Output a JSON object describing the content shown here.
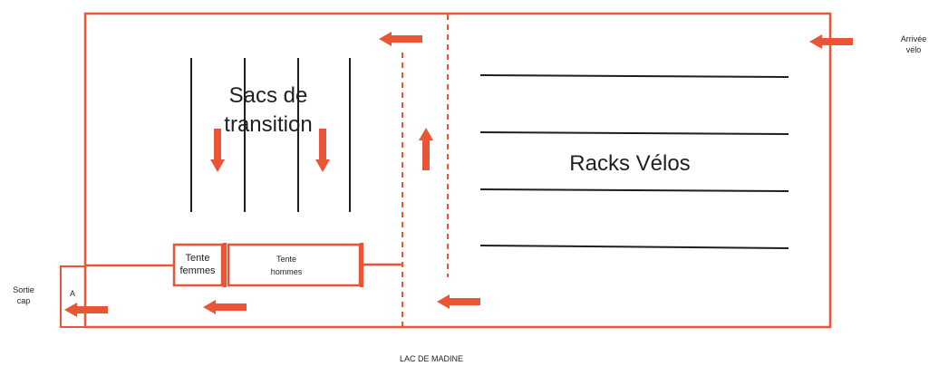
{
  "labels": {
    "sacs_line1": "Sacs de",
    "sacs_line2": "transition",
    "racks": "Racks Vélos",
    "tente_femmes_line1": "Tente",
    "tente_femmes_line2": "femmes",
    "tente_hommes_line1": "Tente",
    "tente_hommes_line2": "hommes",
    "arrivee_line1": "Arrivée",
    "arrivee_line2": "vélo",
    "sortie_line1": "Sortie",
    "sortie_line2": "cap",
    "marker_a": "A",
    "lac": "LAC DE MADINE"
  },
  "colors": {
    "accent": "#ea5535",
    "ink": "#1f1f1f"
  }
}
